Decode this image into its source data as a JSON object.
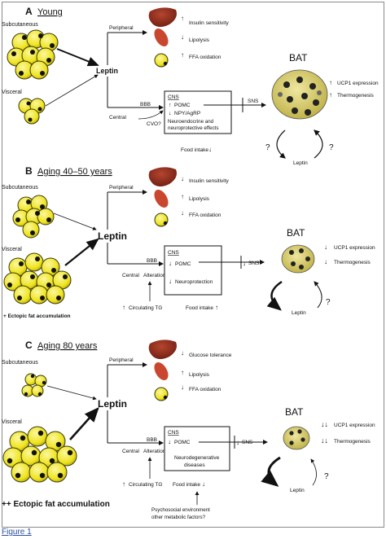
{
  "figure_caption": "Figure 1",
  "panels": [
    {
      "letter": "A",
      "title": "Young",
      "subcutaneous": "Subcutaneous",
      "visceral": "Visceral",
      "peripheral": "Peripheral",
      "central": "Central",
      "leptin": "Leptin",
      "bbb": "BBB",
      "cvo": "CVO?",
      "cns": "CNS",
      "cns_items": [
        "POMC",
        "NPY/AgRP",
        "Neuroendocrine and",
        "neuroprotective effects"
      ],
      "effects": [
        "Insulin sensitivity",
        "Lipolysis",
        "FFA oxidation"
      ],
      "sns": "SNS",
      "food_intake": "Food intake",
      "bat": "BAT",
      "bat_effects": [
        "UCP1 expression",
        "Thermogenesis"
      ],
      "loop_leptin": "Leptin",
      "q": "?"
    },
    {
      "letter": "B",
      "title": "Aging 40–50 years",
      "subcutaneous": "Subcutaneous",
      "visceral": "Visceral",
      "peripheral": "Peripheral",
      "central": "Central",
      "leptin": "Leptin",
      "bbb": "BBB",
      "alterations": "Alterations",
      "cns": "CNS",
      "cns_items": [
        "POMC",
        "Neuroprotection"
      ],
      "effects": [
        "Insulin sensitivity",
        "Lipolysis",
        "FFA oxidation"
      ],
      "sns": "SNS",
      "food_intake": "Food intake",
      "circulating_tg": "Circulating TG",
      "ectopic": "+ Ectopic fat accumulation",
      "bat": "BAT",
      "bat_effects": [
        "UCP1 expression",
        "Thermogenesis"
      ],
      "loop_leptin": "Leptin",
      "q": "?"
    },
    {
      "letter": "C",
      "title": "Aging 80 years",
      "subcutaneous": "Subcutaneous",
      "visceral": "Visceral",
      "peripheral": "Peripheral",
      "central": "Central",
      "leptin": "Leptin",
      "bbb": "BBB",
      "alterations": "Alterations",
      "cns": "CNS",
      "cns_items": [
        "POMC",
        "Neurodegenerative",
        "diseases"
      ],
      "effects": [
        "Glucose tolerance",
        "Lipolysis",
        "FFA oxidation"
      ],
      "sns": "SNS",
      "food_intake": "Food intake",
      "circulating_tg": "Circulating TG",
      "ectopic": "++ Ectopic fat accumulation",
      "psychosocial": [
        "Psychosocial environment",
        "other metabolic factors?"
      ],
      "bat": "BAT",
      "bat_effects": [
        "UCP1 expression",
        "Thermogenesis"
      ],
      "loop_leptin": "Leptin",
      "q": "?"
    }
  ],
  "colors": {
    "adipocyte": "#f2ea1e",
    "adipocyte_edge": "#3a3a10",
    "nucleus": "#111111",
    "liver": "#8c2a1c",
    "muscle": "#c8472e",
    "bat_fill": "#d9d27a"
  }
}
